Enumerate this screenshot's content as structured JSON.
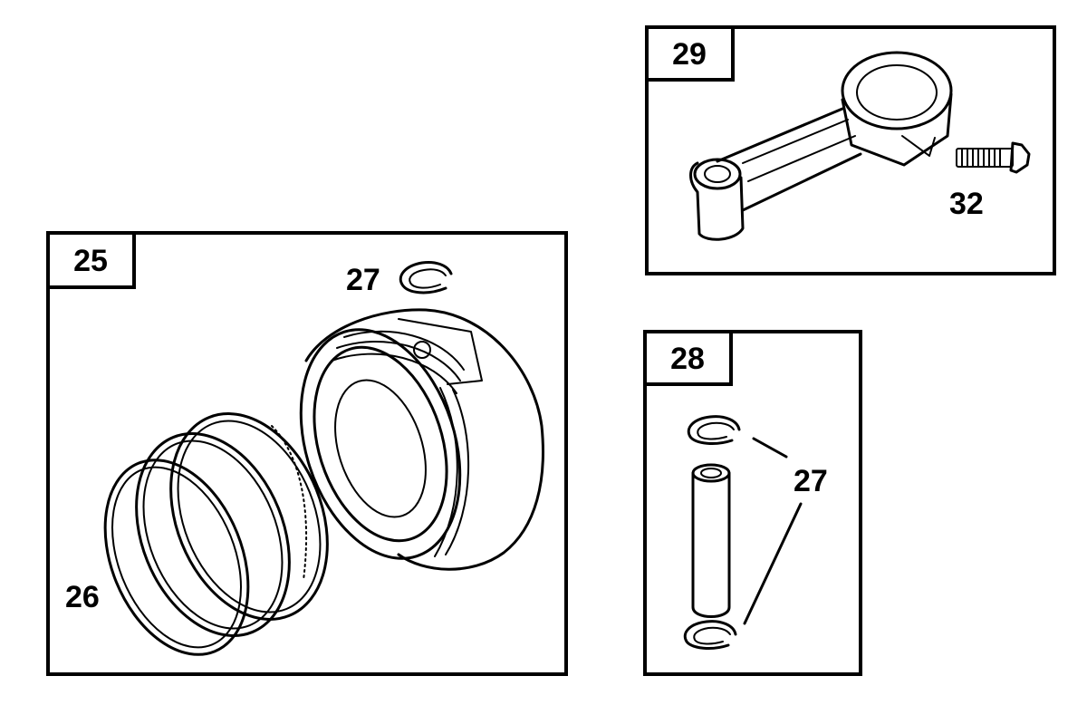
{
  "panels": [
    {
      "id": "panel-25",
      "tag": "25",
      "parts": [
        "26",
        "27"
      ]
    },
    {
      "id": "panel-29",
      "tag": "29",
      "parts": [
        "32"
      ]
    },
    {
      "id": "panel-28",
      "tag": "28",
      "parts": [
        "27"
      ]
    }
  ],
  "callouts": {
    "rings": "26",
    "circlip_piston": "27",
    "bolt": "32",
    "circlips_pin": "27"
  },
  "colors": {
    "ink": "#000000",
    "paper": "#ffffff"
  }
}
